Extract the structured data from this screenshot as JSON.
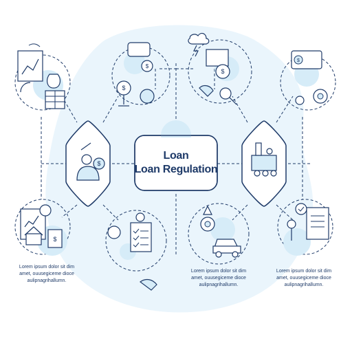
{
  "center": {
    "title_line1": "Loan",
    "title_line2": "Loan Regulation"
  },
  "captions": [
    {
      "line1": "Lorem ipsum dolor sit dim",
      "line2": "amet, ouusegiceme dioce",
      "line3": "aulipnagrihallumn."
    },
    {
      "line1": "Lorem ipsum dolor sit dim",
      "line2": "amet, ouusegiceme dioce",
      "line3": "aulipnagrihallumn."
    },
    {
      "line1": "Lorem ipsum dolor sit dim",
      "line2": "amet, ouusegiceme dioce",
      "line3": "aulipnagrihallumn."
    }
  ],
  "colors": {
    "outline": "#1e3a68",
    "fill": "#d6ecf8",
    "background_blob": "#eaf5fc",
    "white": "#ffffff"
  },
  "icons": [
    "growth-chart-icon",
    "money-bag-icon",
    "coin-stack-icon",
    "money-exchange-icon",
    "storm-cloud-icon",
    "money-flow-icon",
    "credit-card-icon",
    "loan-agent-icon",
    "industry-icon",
    "home-loan-icon",
    "checklist-icon",
    "car-loan-icon",
    "approved-document-icon"
  ]
}
